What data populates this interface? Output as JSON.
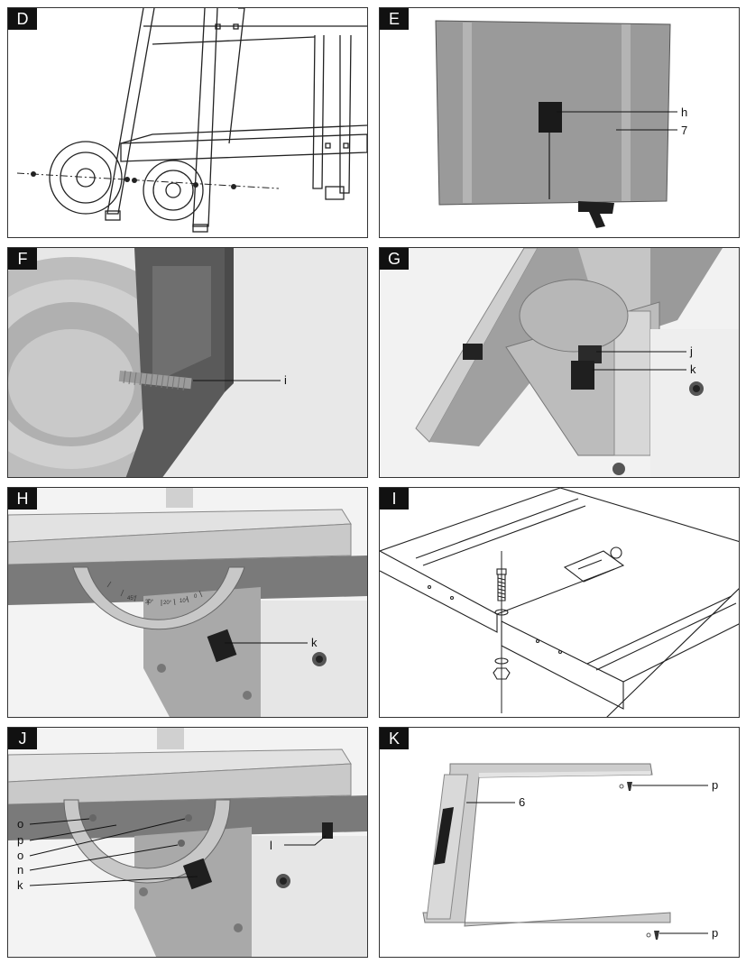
{
  "panels": {
    "D": {
      "letter": "D",
      "labels": []
    },
    "E": {
      "letter": "E",
      "labels": [
        "h",
        "7"
      ]
    },
    "F": {
      "letter": "F",
      "labels": [
        "i"
      ]
    },
    "G": {
      "letter": "G",
      "labels": [
        "j",
        "k"
      ]
    },
    "H": {
      "letter": "H",
      "labels": [
        "k"
      ]
    },
    "I": {
      "letter": "I",
      "labels": []
    },
    "J": {
      "letter": "J",
      "labels": [
        "o",
        "p",
        "o",
        "n",
        "k",
        "l"
      ]
    },
    "K": {
      "letter": "K",
      "labels": [
        "6",
        "p",
        "p"
      ]
    }
  },
  "scale_ticks": [
    "45°",
    "30°",
    "20°",
    "10°",
    "0"
  ],
  "colors": {
    "outline": "#333333",
    "photo_dark": "#6e6e6e",
    "photo_mid": "#a8a8a8",
    "photo_light": "#d9d9d9",
    "badge": "#111111"
  }
}
